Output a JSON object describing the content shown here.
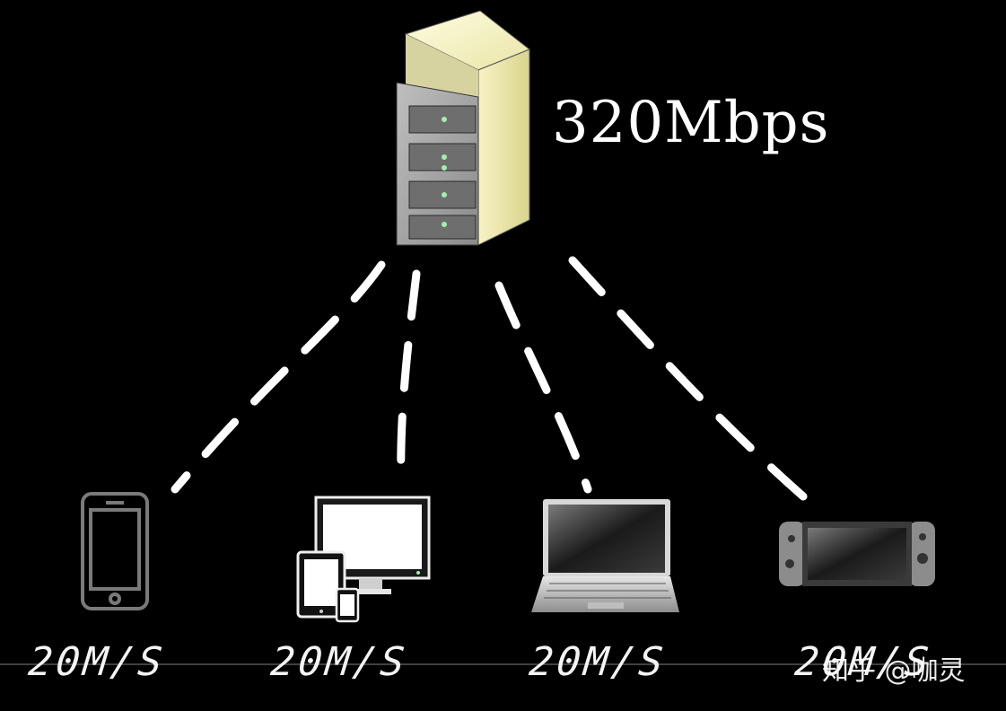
{
  "server": {
    "bandwidth_label": "320Mbps",
    "icon": "server-rack-icon"
  },
  "devices": [
    {
      "icon": "smartphone-icon",
      "rate_label": "20M/S"
    },
    {
      "icon": "desktop-tablet-phone-icon",
      "rate_label": "20M/S"
    },
    {
      "icon": "laptop-icon",
      "rate_label": "20M/S"
    },
    {
      "icon": "game-console-icon",
      "rate_label": "20M/S"
    }
  ],
  "watermark": "知乎 @咖灵",
  "colors": {
    "background": "#000000",
    "line": "#ffffff",
    "server_side": "#f3f0b8"
  }
}
